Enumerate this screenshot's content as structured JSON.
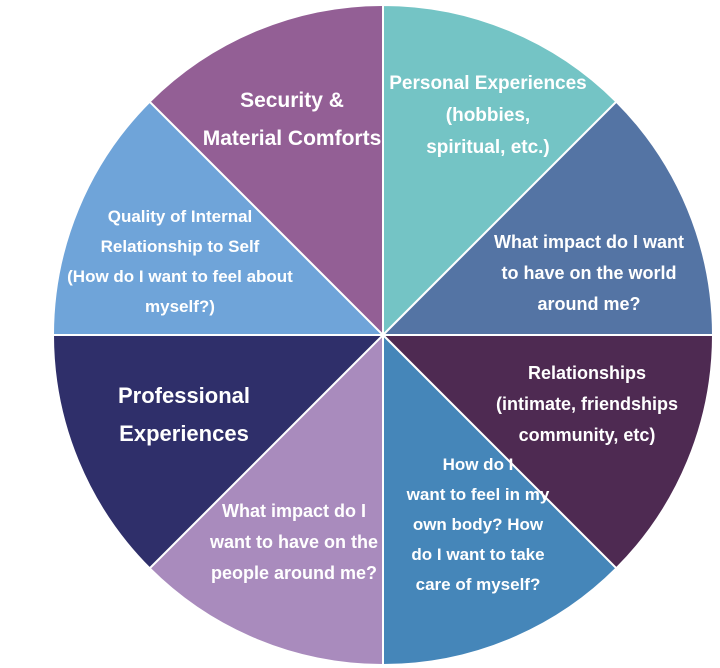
{
  "wheel": {
    "segments": [
      {
        "id": "personal-experiences",
        "color": "#74c4c5",
        "lines": [
          "Personal Experiences",
          "(hobbies,",
          "spiritual, etc.)"
        ]
      },
      {
        "id": "impact-on-world",
        "color": "#5474a4",
        "lines": [
          "What impact do I want",
          "to have on the world",
          "around me?"
        ]
      },
      {
        "id": "relationships",
        "color": "#4e2a52",
        "lines": [
          "Relationships",
          "(intimate, friendships",
          "community, etc)"
        ]
      },
      {
        "id": "body-self-care",
        "color": "#4586b9",
        "lines": [
          "How do I",
          "want to feel in my",
          "own body? How",
          "do I want to take",
          "care of myself?"
        ]
      },
      {
        "id": "impact-on-people",
        "color": "#a98bbd",
        "lines": [
          "What impact do I",
          "want to have on the",
          "people around me?"
        ]
      },
      {
        "id": "professional-experiences",
        "color": "#2f2f6a",
        "lines": [
          "Professional",
          "Experiences"
        ]
      },
      {
        "id": "internal-relationship",
        "color": "#6fa4d9",
        "lines": [
          "Quality of Internal",
          "Relationship to Self",
          "(How do I want to feel about",
          "myself?)"
        ]
      },
      {
        "id": "security-comforts",
        "color": "#935f95",
        "lines": [
          "Security &",
          "Material Comforts"
        ]
      }
    ]
  }
}
